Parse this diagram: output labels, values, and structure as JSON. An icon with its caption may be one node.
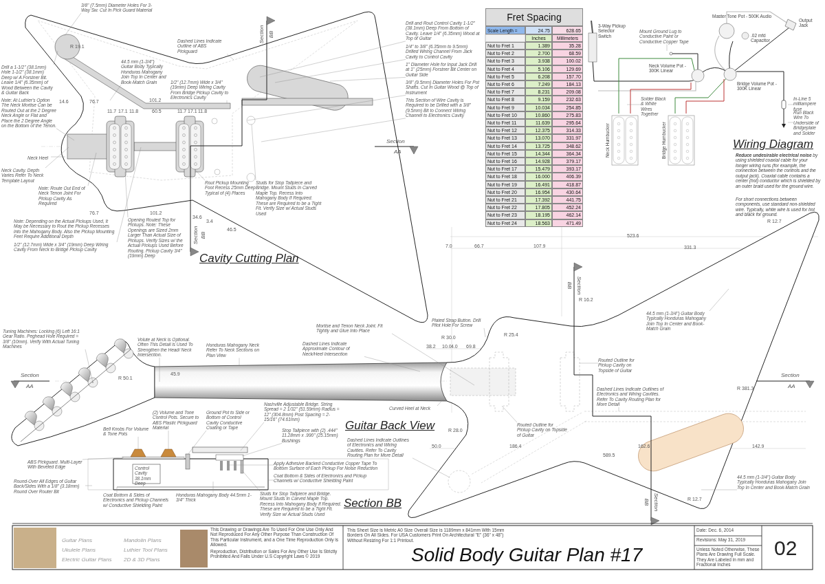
{
  "diagram": {
    "title": "Solid Body Guitar Plan #17",
    "nodes": [
      {
        "text": [
          "3/8\" (7.5mm) Diameter Holes For 3-Way Sw. Cut In Pick Guard Material"
        ]
      },
      {
        "text": [
          "Drill a 1-1/2\" (38.1mm) Hole 1-1/2\" (38.1mm) Deep w/ A Forstner Bit. Leave 1/4\" (6.35mm) of Wood Between the Cavity & Guitar Back"
        ]
      },
      {
        "text": [
          "44.5 mm (1-3/4\") Guitar Body Typically Honduras Mahogany Join Top In Center and Book-Match Grain"
        ]
      },
      {
        "text": [
          "Dashed Lines Indicate Outline of ABS Pickguard"
        ]
      },
      {
        "text": [
          "1/2\" (12.7mm) Wide x 3/4\" (19mm) Deep Wiring Cavity From Bridge Pickup Cavity to Electronics Cavity"
        ]
      },
      {
        "text": [
          "Note: At Luthier's Option The Neck Mortise Can be Routed Out at the 2 Degree Neck Angle or Flat and Place the 2 Degree Angle on the Bottom of the Tenon."
        ]
      },
      {
        "text": [
          "1/2\" (12.7mm) Wide x 3/4\" (19mm) Deep Wiring Cavity From Neck to Bridge Pickup Cavity"
        ]
      },
      {
        "text": [
          "Neck Heel"
        ]
      },
      {
        "text": [
          "Neck Cavity. Depth Varies Refer To Neck Template Layout"
        ]
      },
      {
        "text": [
          "Note: Route Out End of Neck Tenon Joint For Pickup Cavity As Required"
        ]
      },
      {
        "text": [
          "Opening Routed Top for Pickups. Note: These Openings are Sized 2mm Larger Than Actual Size of Pickups. Verify Sizes w/ the Actual Pickups Used Before Routing. Pickup Cavity 3/4\" (19mm) Deep"
        ]
      },
      {
        "text": [
          "Rout Pickup Mounting Foot Recess 25mm Deep Typical of (4) Places"
        ]
      },
      {
        "text": [
          "Studs for Stop Tailpiece and Bridge. Mount Studs In Carved Maple Top. Recess Into Mahogany Body If Required. These are Required to be a Tight Fit. Verify Size w/ Actual Studs Used"
        ]
      },
      {
        "text": [
          "Drill and Rout Control Cavity 1-1/2\" (38.1mm) Deep From Bottom of Cavity. Leave 1/4\" (6.35mm) Wood at Top of Guitar"
        ]
      },
      {
        "text": [
          "1/4\" to 3/8\" (6.35mm to 9.5mm) Drilled Wiring Channel From Jack Cavity to Control Cavity"
        ]
      },
      {
        "text": [
          "1\" Diameter Hole for Input Jack Drill at 1\" (25mm) Forstner Bit Center on Guitar Side"
        ]
      },
      {
        "text": [
          "3/8\" (9.5mm) Diameter Holes For Pot Shafts. Cut In Guitar Wood @ Top of Instrument"
        ]
      },
      {
        "text": [
          "This Section of Wire Cavity is Required to be Drilled with a 3/8\" (9.5mm) Bit to Connect Wiring Channel to Electronics Cavity"
        ]
      },
      {
        "text": [
          "Tuning Machines: Locking (6) Left 16:1 Gear Ratio. Peghead Hole Required = 3/8\" (10mm). Verify With Actual Tuning Machines"
        ]
      },
      {
        "text": [
          "Volute at Neck is Optional. Often This Detail is Used To Strengthen the Head/ Neck Intersection."
        ]
      },
      {
        "text": [
          "Honduras Mahogany Neck Refer To Neck Sections on Plan View"
        ]
      },
      {
        "text": [
          "Dashed Lines Indicate Approximate Contour of Neck/Heel Intersection"
        ]
      },
      {
        "text": [
          "Plated Strap Button. Drill Pilot Hole For Screw"
        ]
      },
      {
        "text": [
          "Mortise and Tenon Neck Joint. Fit Tightly and Glue Into Place"
        ]
      },
      {
        "text": [
          "Routed Outline for Pickup Cavity on Topside of Guitar"
        ]
      },
      {
        "text": [
          "Dashed Lines Indicate Outlines of Electronics and Wiring Cavities. Refer To Cavity Routing Plan for More Detail"
        ]
      },
      {
        "text": [
          "Routed Outline for Pickup Cavity on Topside of Guitar"
        ]
      },
      {
        "text": [
          "Curved Heel at Neck"
        ]
      },
      {
        "text": [
          "Dashed Lines Indicate Outlines of Electronics and Wiring Cavities. Refer To Cavity Routing Plan for More Detail"
        ]
      },
      {
        "text": [
          "44.5 mm (1-3/4\") Guitar Body Typically Honduras Mahogany Join Top In Center and Book-Match Grain"
        ]
      },
      {
        "text": [
          "44.5 mm (1-3/4\") Guitar Body Typically Honduras Mahogany Join Top In Center and Book-Match Grain"
        ]
      },
      {
        "text": [
          "(2) Volume and Tone Control Pots. Secure to ABS Plastic Pickguard Material"
        ]
      },
      {
        "text": [
          "Bell Knobs For Volume & Tone Pots"
        ]
      },
      {
        "text": [
          "ABS Pickguard. Multi-Layer With Beveled Edge"
        ]
      },
      {
        "text": [
          "Ground Pot to Side or Bottom of Control Cavity Conductive Coating or Tape"
        ]
      },
      {
        "text": [
          "Nashville Adjustable Bridge. String Spread = 2 1/32\" (51.59mm) Radius = 12\" (304.8mm) Post Spacing = 2-15/16\" (74.61mm)"
        ]
      },
      {
        "text": [
          "Stop Tailpiece with (2) .444\" 11.28mm x .990\" (25.15mm) Bushings"
        ]
      },
      {
        "text": [
          "Apply Adhesive Backed Conductive Copper Tape To Bottom Surface of Each Pickup For Noise Reduction"
        ]
      },
      {
        "text": [
          "Coat Bottom & Sides of Electronics and Pickup Channels w/ Conductive Shielding Paint"
        ]
      },
      {
        "text": [
          "Coat Bottom & Sides of Electronics and Pickup Channels w/ Conductive Shielding Paint"
        ]
      },
      {
        "text": [
          "Round-Over All Edges of Guitar Back/Sides With a 1/8\" (3.18mm) Round Over Router Bit"
        ]
      },
      {
        "text": [
          "Honduras Mahogany Body 44.5mm 1-3/4\" Thick"
        ]
      },
      {
        "text": [
          "Studs for Stop Tailpiece and Bridge. Mount Studs In Carved Maple Top. Recess Into Mahogany Body If Required. These are Required to be a Tight Fit. Verify Size w/ Actual Studs Used"
        ]
      },
      {
        "text": [
          "Mount Ground Lug to Conductive Paint or Conductive Copper Tape"
        ]
      },
      {
        "text": [
          "Solder Black & White Wires Together"
        ]
      },
      {
        "text": [
          "In-Line 5 milliampere fuse"
        ]
      },
      {
        "text": [
          "Run Black Wire To Underside of Bridgeplate and Solder"
        ]
      }
    ],
    "edges": [
      {
        "from": 0,
        "to": null,
        "arrow": "none"
      },
      {
        "from": 1,
        "to": null,
        "arrow": "none"
      },
      {
        "from": 2,
        "to": null,
        "arrow": "none"
      },
      {
        "from": 3,
        "to": null,
        "arrow": "none"
      },
      {
        "from": 4,
        "to": null,
        "arrow": "none"
      },
      {
        "from": 5,
        "to": null,
        "arrow": "none"
      },
      {
        "from": 6,
        "to": null,
        "arrow": "none"
      },
      {
        "from": 7,
        "to": null,
        "arrow": "none"
      },
      {
        "from": 8,
        "to": null,
        "arrow": "none"
      },
      {
        "from": 9,
        "to": null,
        "arrow": "none"
      },
      {
        "from": 10,
        "to": null,
        "arrow": "none"
      },
      {
        "from": 11,
        "to": null,
        "arrow": "none"
      },
      {
        "from": 12,
        "to": null,
        "arrow": "none"
      },
      {
        "from": 13,
        "to": null,
        "arrow": "none"
      },
      {
        "from": 14,
        "to": null,
        "arrow": "none"
      },
      {
        "from": 15,
        "to": null,
        "arrow": "none"
      },
      {
        "from": 16,
        "to": null,
        "arrow": "none"
      },
      {
        "from": 17,
        "to": null,
        "arrow": "none"
      },
      {
        "from": 18,
        "to": null,
        "arrow": "other"
      },
      {
        "from": 19,
        "to": null,
        "arrow": "none"
      },
      {
        "from": 20,
        "to": null,
        "arrow": "none"
      },
      {
        "from": 21,
        "to": null,
        "arrow": "none"
      },
      {
        "from": 22,
        "to": null,
        "arrow": "none"
      },
      {
        "from": 23,
        "to": null,
        "arrow": "none"
      },
      {
        "from": 24,
        "to": null,
        "arrow": "none"
      },
      {
        "from": 25,
        "to": null,
        "arrow": "none"
      },
      {
        "from": 26,
        "to": null,
        "arrow": "none"
      },
      {
        "from": 27,
        "to": null,
        "arrow": "none"
      },
      {
        "from": 28,
        "to": null,
        "arrow": "none"
      },
      {
        "from": 29,
        "to": null,
        "arrow": "none"
      },
      {
        "from": 30,
        "to": null,
        "arrow": "none"
      },
      {
        "from": 31,
        "to": null,
        "arrow": "none"
      },
      {
        "from": 32,
        "to": null,
        "arrow": "none"
      },
      {
        "from": 33,
        "to": null,
        "arrow": "none"
      },
      {
        "from": 34,
        "to": null,
        "arrow": "none"
      },
      {
        "from": 35,
        "to": null,
        "arrow": "none"
      },
      {
        "from": 36,
        "to": null,
        "arrow": "none"
      },
      {
        "from": 37,
        "to": null,
        "arrow": "none"
      },
      {
        "from": 38,
        "to": null,
        "arrow": "none"
      },
      {
        "from": 39,
        "to": null,
        "arrow": "none"
      },
      {
        "from": 40,
        "to": null,
        "arrow": "none"
      },
      {
        "from": 41,
        "to": null,
        "arrow": "none"
      },
      {
        "from": 42,
        "to": null,
        "arrow": "none"
      },
      {
        "from": 43,
        "to": null,
        "arrow": "none"
      },
      {
        "from": 44,
        "to": null,
        "arrow": "none"
      },
      {
        "from": 45,
        "to": null,
        "arrow": "none"
      },
      {
        "from": 46,
        "to": null,
        "arrow": "none"
      }
    ],
    "labels": [
      "Cavity Cutting Plan",
      "Note: Depending on the Actual Pickups Used, It May be Necessary to Rout the Pickup Recesses into the Mahogany Body. Also the Pickup Mounting Feet Require Additional Depth",
      "R 19.1",
      "14.6",
      "76.7",
      "101.2",
      "11.7",
      "17.1",
      "11.8",
      "60.5",
      "11.7",
      "17.1",
      "11.8",
      "76.7",
      "101.2",
      "34.6",
      "3.4",
      "46.5",
      "Section",
      "BB",
      "Section",
      "BB",
      "Section",
      "AA",
      "Fret Spacing",
      "Scale Length =",
      "24.75",
      "628.65",
      "Inches",
      "Millimeters",
      "Nut to Fret 1",
      "1.389",
      "35.28",
      "Nut to Fret 2",
      "2.700",
      "68.59",
      "Nut to Fret 3",
      "3.938",
      "100.02",
      "Nut to Fret 4",
      "5.106",
      "129.69",
      "Nut to Fret 5",
      "6.208",
      "157.70",
      "Nut to Fret 6",
      "7.249",
      "184.13",
      "Nut to Fret 7",
      "8.231",
      "209.08",
      "Nut to Fret 8",
      "9.159",
      "232.63",
      "Nut to Fret 9",
      "10.034",
      "254.85",
      "Nut to Fret 10",
      "10.860",
      "275.83",
      "Nut to Fret 11",
      "11.639",
      "295.64",
      "Nut to Fret 12",
      "12.375",
      "314.33",
      "Nut to Fret 13",
      "13.070",
      "331.97",
      "Nut to Fret 14",
      "13.725",
      "348.62",
      "Nut to Fret 15",
      "14.344",
      "364.34",
      "Nut to Fret 16",
      "14.928",
      "379.17",
      "Nut to Fret 17",
      "15.479",
      "393.17",
      "Nut to Fret 18",
      "16.000",
      "406.39",
      "Nut to Fret 19",
      "16.491",
      "418.87",
      "Nut to Fret 20",
      "16.954",
      "430.64",
      "Nut to Fret 21",
      "17.392",
      "441.75",
      "Nut to Fret 22",
      "17.805",
      "452.24",
      "Nut to Fret 23",
      "18.195",
      "462.14",
      "Nut to Fret 24",
      "18.563",
      "471.49",
      "Master Tone Pot - 500K Audio",
      ".02 mfd Capacitor",
      "Output Jack",
      "3-Way Pickup Selector Switch",
      "Neck Volume Pot - 300K Linear",
      "Bridge Volume Pot - 300K Linear",
      "Neck Humbucker",
      "Bridge Humbucker",
      "Wiring Diagram",
      "**Reduce undesirable electrical noise** by using shielded coaxial cable for your longer wiring runs (for example, the connection between the controls and the output jack). Coaxial cable contains a center (hot) conductor which is shielded by an outer braid used for the ground wire.",
      "For short connections between components, use standard non-shielded wire. Typically, white wire is used for hot and black for ground.",
      "Guitar Back View",
      "R 50.1",
      "45.9",
      "7.0",
      "66.7",
      "107.9",
      "523.6",
      "331.3",
      "R 12.7",
      "R 30.0",
      "38.2",
      "10.0",
      "4.0",
      "69.8",
      "R 25.4",
      "R 16.2",
      "R 28.0",
      "50.0",
      "186.4",
      "162.6",
      "142.9",
      "589.5",
      "R 381.3",
      "R 12.7",
      "Section",
      "AA",
      "Section",
      "AA",
      "Section",
      "BB",
      "Control Cavity 38.1mm Deep",
      "Section BB",
      "Section",
      "BB",
      "Guitar Plans",
      "Mandolin Plans",
      "Ukulele Plans",
      "Luthier Tool Plans",
      "Electric Guitar Plans",
      "2D & 3D Plans",
      "This Drawing or Drawings Are To Used For One Use Only And Not Reproduced For Any Other Purpose Than Construction Of This Particular Instrument, and a One Time Reproduction Only is Allowed.",
      "Reproduction, Distribution or Sales For Any Other Use Is Strictly Prohibited And Falls Under U.S Copyright Laws © 2019",
      "This Sheet Size is Metric A0 Size Overall Size is 1189mm x 841mm With 15mm Borders On All Sides. For USA Customers Print On Architectural \"E\" (36\" x 48\") Without Resizing For 1:1 Printout.",
      "Date: Dec. 6, 2014",
      "Revisions: May 31, 2019",
      "Unless Noted Otherwise, These Plans Are Drawing Full Scale. They Are Labeled in mm and Fractional Inches",
      "02"
    ]
  }
}
